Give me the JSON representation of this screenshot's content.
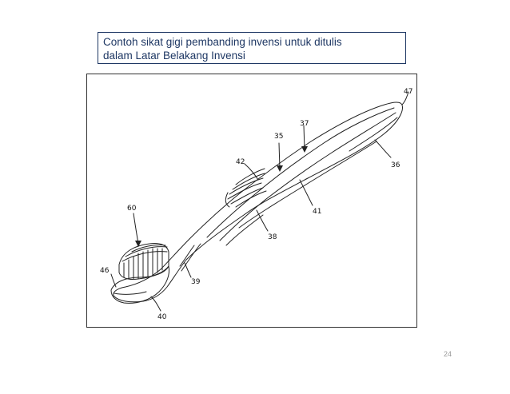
{
  "caption": {
    "line1": "Contoh sikat gigi pembanding invensi untuk ditulis",
    "line2": "dalam  Latar Belakang Invensi"
  },
  "figure": {
    "reference_numerals": {
      "r47": "47",
      "r37": "37",
      "r35": "35",
      "r42": "42",
      "r36": "36",
      "r41": "41",
      "r60": "60",
      "r38": "38",
      "r46": "46",
      "r39": "39",
      "r40": "40"
    }
  },
  "page": {
    "number": "24"
  }
}
